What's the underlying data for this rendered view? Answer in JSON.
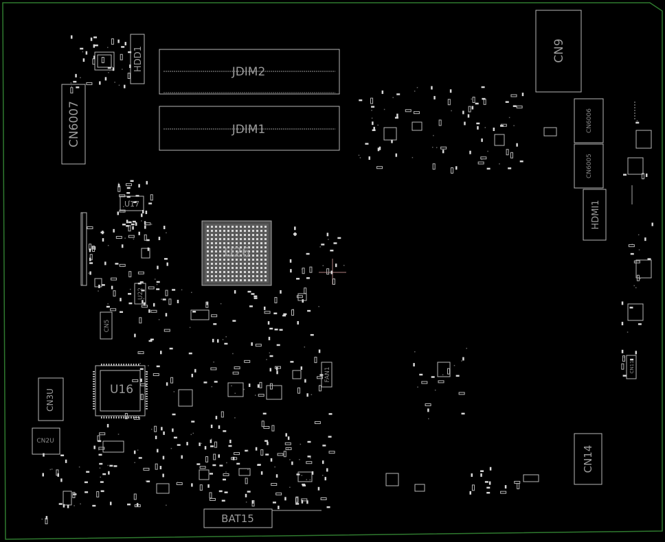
{
  "board": {
    "outline_color": "#2f7a2f",
    "silk_color": "#c8c8c8",
    "label_color": "#9a9a9a",
    "background": "#000000"
  },
  "labels": {
    "jdim2": "JDIM2",
    "jdim1": "JDIM1",
    "hdd1": "HDD1",
    "cn6007": "CN6007",
    "cn9": "CN9",
    "cn6006": "CN6006",
    "cn6005": "CN6005",
    "hdmi1": "HDMI1",
    "u17": "U17",
    "u26": "U26",
    "u22": "U22",
    "cn5": "CN5",
    "u16": "U16",
    "cn3u": "CN3U",
    "cn2u": "CN2U",
    "fan1": "FAN1",
    "cn14": "CN14",
    "bat15": "BAT15",
    "cn11": "CN11"
  }
}
